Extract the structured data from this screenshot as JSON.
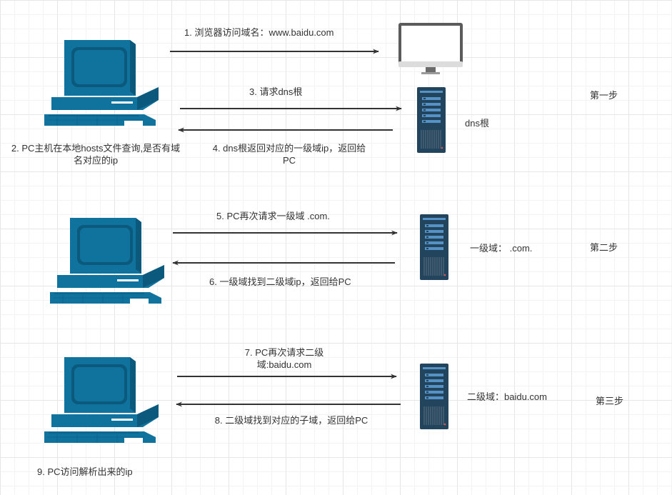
{
  "colors": {
    "pc_blue": "#10739e",
    "pc_dark": "#0b5a7e",
    "server_body": "#23445d",
    "server_slot": "#5592c6",
    "monitor_frame": "#5b5b5b",
    "arrow": "#333333"
  },
  "icons": {
    "client_pc": "desktop-computer-icon",
    "browser_monitor": "monitor-icon",
    "server": "server-tower-icon"
  },
  "steps": {
    "step1": "第一步",
    "step2": "第二步",
    "step3": "第三步"
  },
  "messages": {
    "m1": "1. 浏览器访问域名：www.baidu.com",
    "m2": "2. PC主机在本地hosts文件查询,是否有域名对应的ip",
    "m3": "3. 请求dns根",
    "m4": "4. dns根返回对应的一级域ip，返回给PC",
    "m5": "5. PC再次请求一级域 .com.",
    "m6": "6. 一级域找到二级域ip，返回给PC",
    "m7": "7. PC再次请求二级域:baidu.com",
    "m8": "8. 二级域找到对应的子域，返回给PC",
    "m9": "9. PC访问解析出来的ip"
  },
  "servers": {
    "root": "dns根",
    "tld": "一级域： .com.",
    "sld": "二级域：baidu.com"
  }
}
